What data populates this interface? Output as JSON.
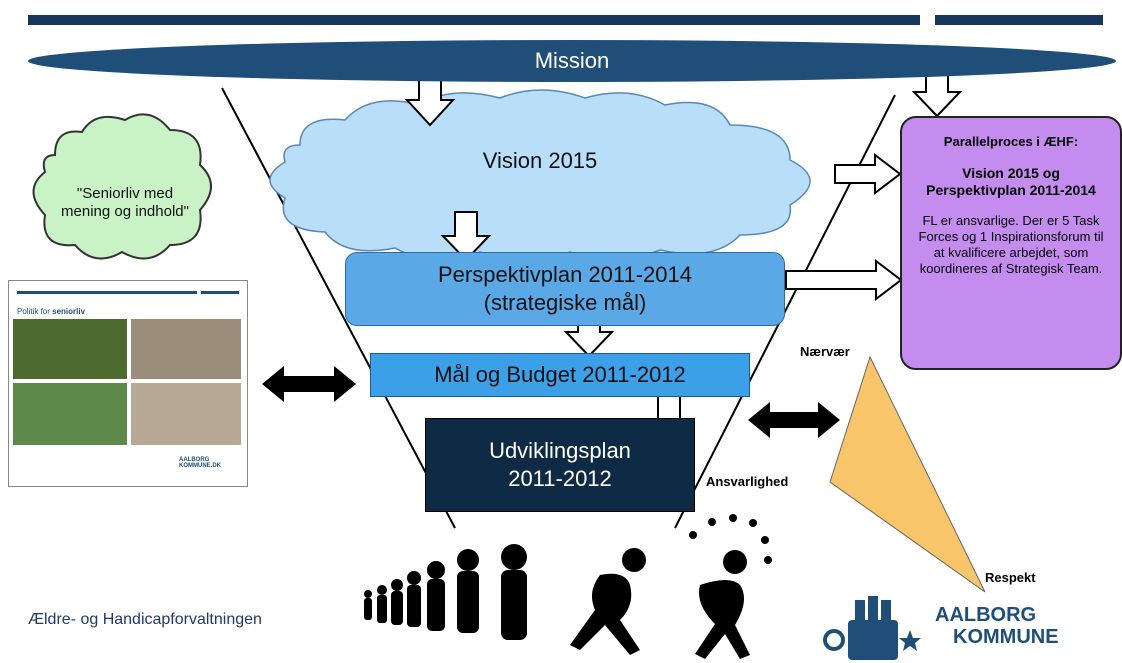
{
  "mission": "Mission",
  "vision": "Vision 2015",
  "cloud_quote": "\"Seniorliv med mening og indhold\"",
  "perspektivplan": {
    "line1": "Perspektivplan 2011-2014",
    "line2": "(strategiske mål)"
  },
  "maal_budget": "Mål og Budget 2011-2012",
  "udviklingsplan": {
    "line1": "Udviklingsplan",
    "line2": "2011-2012"
  },
  "parallel": {
    "heading": "Parallelproces i ÆHF:",
    "title": "Vision 2015 og Perspektivplan 2011-2014",
    "body": "FL er ansvarlige. Der er 5 Task Forces og 1 Inspirationsforum til at kvalificere arbejdet, som koordineres af Strategisk Team."
  },
  "triangle_labels": {
    "top": "Nærvær",
    "left": "Ansvarlighed",
    "bottom": "Respekt"
  },
  "brochure": {
    "title_plain": "Politik for",
    "title_bold": "seniorliv",
    "logo": "AALBORG KOMMUNE.DK"
  },
  "footer": "Ældre- og Handicapforvaltningen",
  "logo": {
    "line1": "AALBORG",
    "line2": "KOMMUNE"
  },
  "colors": {
    "navy": "#17375e",
    "cloud": "#b9defa",
    "green_cloud": "#c9f2c7",
    "purple": "#c58cf0",
    "triangle": "#f8c56a"
  }
}
